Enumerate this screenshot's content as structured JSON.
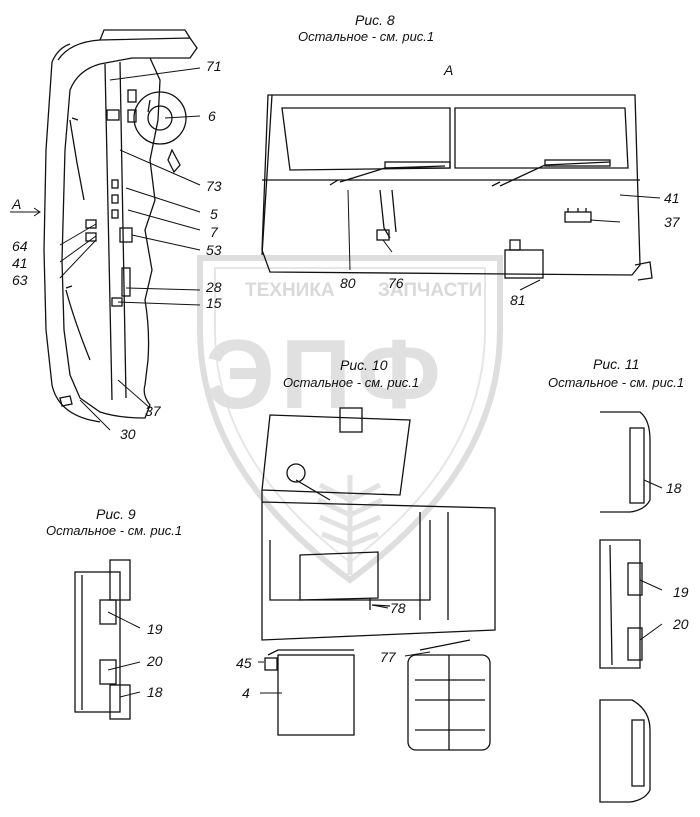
{
  "figures": {
    "fig8": {
      "title": "Рис. 8",
      "note": "Остальное - см. рис.1",
      "view": "А",
      "arrow_label": "А"
    },
    "fig9": {
      "title": "Рис. 9",
      "note": "Остальное - см. рис.1"
    },
    "fig10": {
      "title": "Рис. 10",
      "note": "Остальное - см. рис.1"
    },
    "fig11": {
      "title": "Рис. 11",
      "note": "Остальное - см. рис.1"
    }
  },
  "callouts": {
    "fig8_left": [
      "71",
      "6",
      "73",
      "5",
      "7",
      "53",
      "64",
      "41",
      "63",
      "28",
      "15",
      "37",
      "30"
    ],
    "fig8_view": [
      "41",
      "37",
      "80",
      "76",
      "81"
    ],
    "fig9": [
      "19",
      "20",
      "18"
    ],
    "fig10": [
      "78",
      "77",
      "45",
      "4"
    ],
    "fig11": [
      "18",
      "19",
      "20"
    ]
  },
  "watermark": {
    "line1": "ТЕХНИКА",
    "line2": "ЗАПЧАСТИ",
    "big": "ЭПФ",
    "color": "#d9d9d9"
  }
}
